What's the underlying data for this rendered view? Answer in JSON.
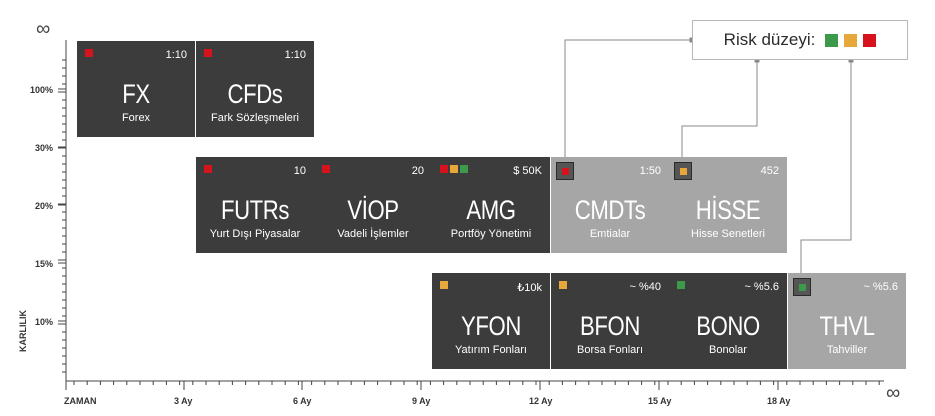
{
  "colors": {
    "green": "#3c9a4a",
    "yellow": "#e8a73a",
    "red": "#d6121d"
  },
  "legend": {
    "label": "Risk düzeyi:",
    "levels": [
      "green",
      "yellow",
      "red"
    ]
  },
  "axes": {
    "y_top": "∞",
    "x_end": "∞",
    "y_title": "KARLILIK",
    "x_title": "ZAMAN",
    "y_ticks": [
      "100%",
      "30%",
      "20%",
      "15%",
      "10%"
    ],
    "x_ticks": [
      "3 Ay",
      "6 Ay",
      "9 Ay",
      "12 Ay",
      "15 Ay",
      "18 Ay"
    ]
  },
  "instruments": [
    {
      "code": "FX",
      "name": "Forex",
      "badge": "1:10",
      "risk": [
        "red"
      ],
      "style": "dark"
    },
    {
      "code": "CFDs",
      "name": "Fark Sözleşmeleri",
      "badge": "1:10",
      "risk": [
        "red"
      ],
      "style": "dark"
    },
    {
      "code": "FUTRs",
      "name": "Yurt Dışı Piyasalar",
      "badge": "10",
      "risk": [
        "red"
      ],
      "style": "dark"
    },
    {
      "code": "VİOP",
      "name": "Vadeli İşlemler",
      "badge": "20",
      "risk": [
        "red"
      ],
      "style": "dark"
    },
    {
      "code": "AMG",
      "name": "Portföy Yönetimi",
      "badge": "$ 50K",
      "risk": [
        "red",
        "yellow",
        "green"
      ],
      "style": "dark"
    },
    {
      "code": "CMDTs",
      "name": "Emtialar",
      "badge": "1:50",
      "risk": [
        "red"
      ],
      "style": "light"
    },
    {
      "code": "HİSSE",
      "name": "Hisse Senetleri",
      "badge": "452",
      "risk": [
        "yellow"
      ],
      "style": "light"
    },
    {
      "code": "YFON",
      "name": "Yatırım Fonları",
      "badge": "₺10k",
      "risk": [
        "yellow"
      ],
      "style": "dark"
    },
    {
      "code": "BFON",
      "name": "Borsa Fonları",
      "badge": "~ %40",
      "risk": [
        "yellow"
      ],
      "style": "dark"
    },
    {
      "code": "BONO",
      "name": "Bonolar",
      "badge": "~ %5.6",
      "risk": [
        "green"
      ],
      "style": "dark"
    },
    {
      "code": "THVL",
      "name": "Tahviller",
      "badge": "~ %5.6",
      "risk": [
        "green"
      ],
      "style": "light"
    }
  ]
}
